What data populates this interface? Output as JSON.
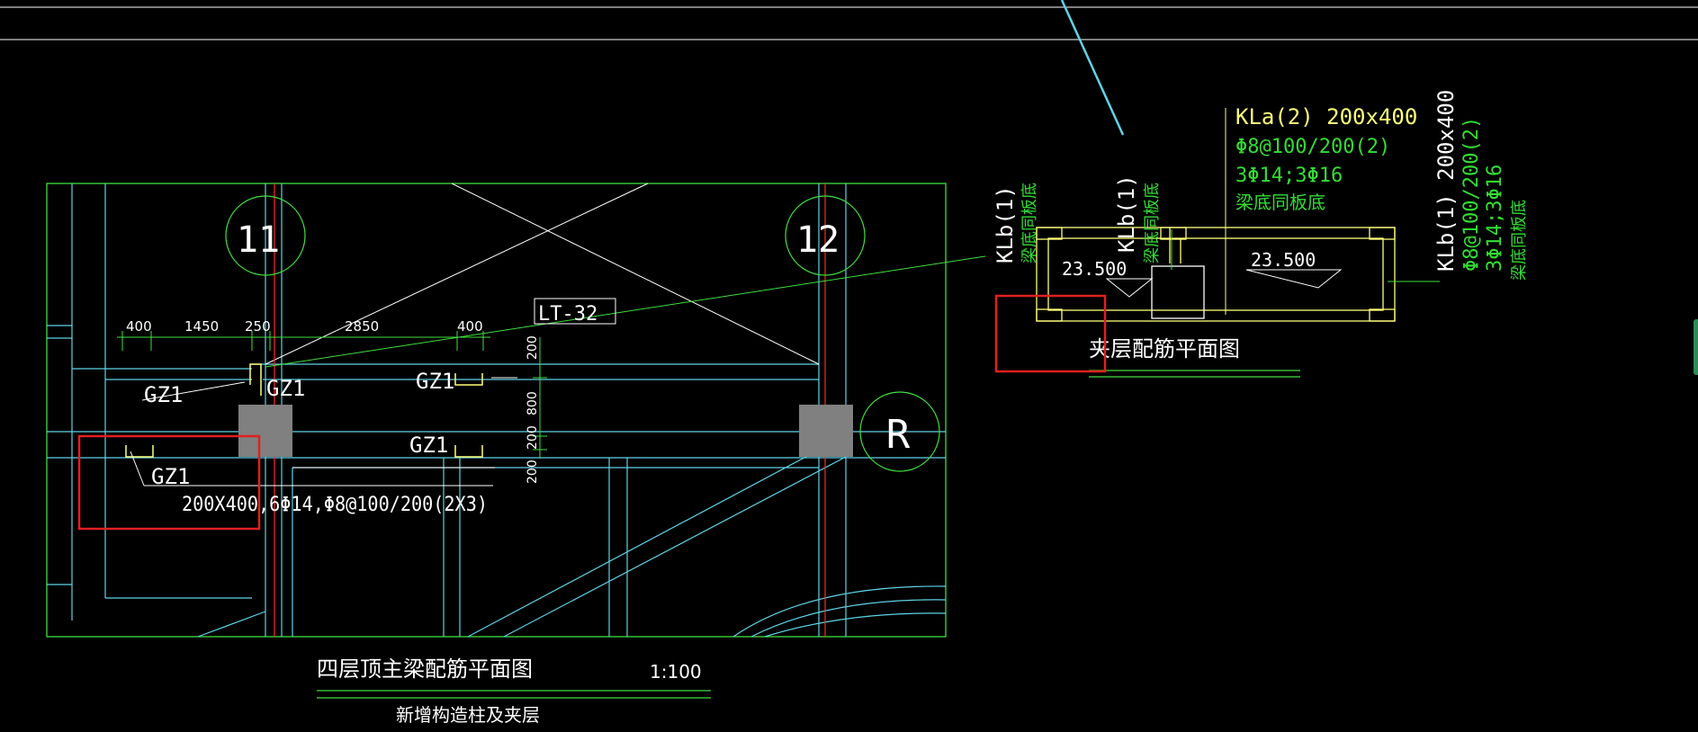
{
  "colors": {
    "background": "#000000",
    "cyan": "#5fd3e6",
    "green": "#3fdf3f",
    "white": "#ffffff",
    "yellow": "#ffff7a",
    "red": "#ff2a2a",
    "red_highlight": "#e02020",
    "column_fill": "#808080",
    "text_green": "#33dd33"
  },
  "plan": {
    "axis_11": "11",
    "axis_12": "12",
    "axis_r": "R",
    "dims": {
      "d400a": "400",
      "d1450": "1450",
      "d250": "250",
      "d2850": "2850",
      "d400b": "400",
      "v200a": "200",
      "v800": "800",
      "v200b": "200",
      "v200c": "200"
    },
    "lt32": "LT-32",
    "gz_labels": [
      "GZ1",
      "GZ1",
      "GZ1",
      "GZ1",
      "GZ1"
    ],
    "column_spec": "200X400,6Φ14,Φ8@100/200(2X3)",
    "title": "四层顶主梁配筋平面图",
    "scale": "1:100",
    "subtitle": "新增构造柱及夹层"
  },
  "mezz": {
    "kla_name": "KLa(2) 200x400",
    "kla_stirrup": "Φ8@100/200(2)",
    "kla_rebar": "3Φ14;3Φ16",
    "kla_note": "梁底同板底",
    "klb1_name": "KLb(1)",
    "klb1_note": "梁底同板底",
    "klb2_name": "KLb(1)",
    "klb2_note": "梁底同板底",
    "klb3_name": "KLb(1) 200x400",
    "klb3_stirrup": "Φ8@100/200(2)",
    "klb3_rebar": "3Φ14;3Φ16",
    "klb3_note": "梁底同板底",
    "elev_left": "23.500",
    "elev_right": "23.500",
    "title": "夹层配筋平面图"
  }
}
